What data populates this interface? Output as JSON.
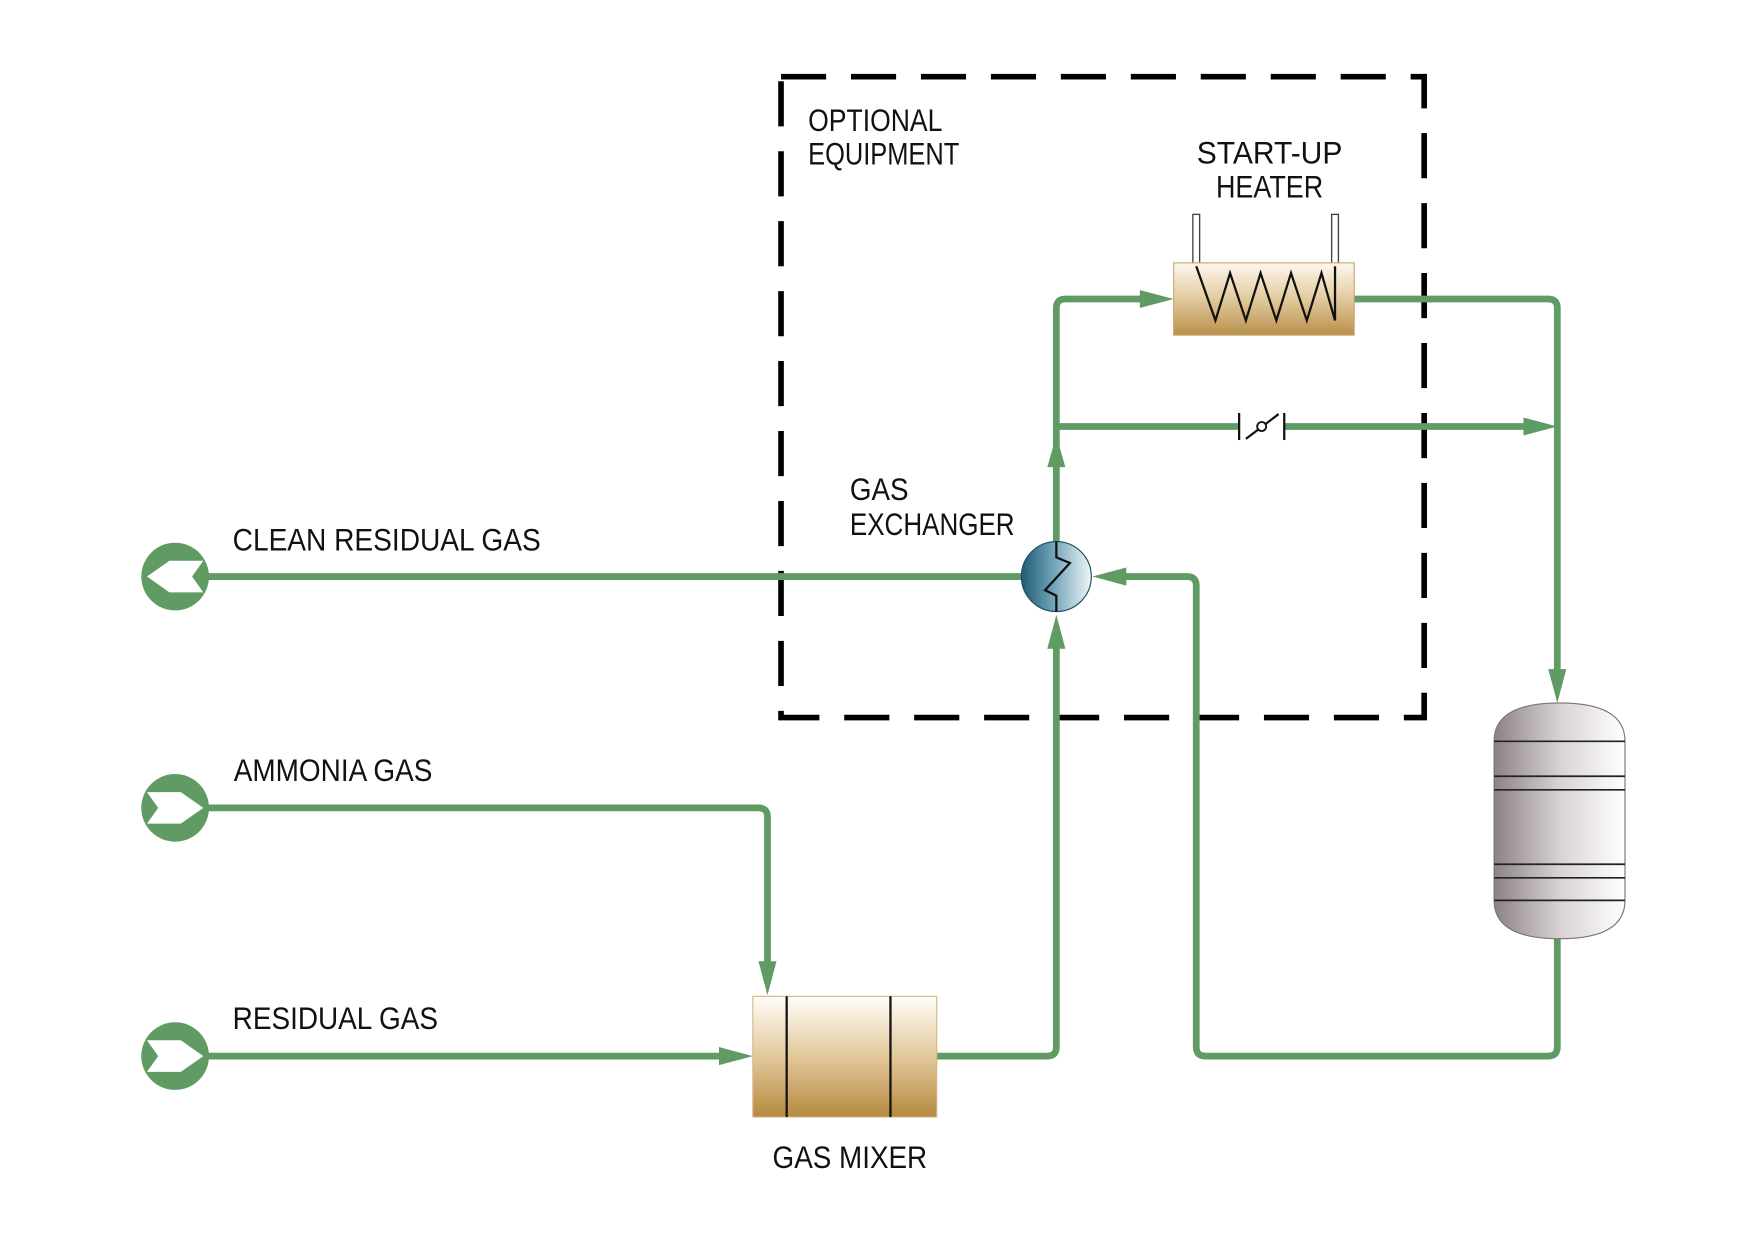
{
  "optional_equipment": {
    "title_line_1": "OPTIONAL",
    "title_line_2": "EQUIPMENT"
  },
  "start_up_heater": {
    "label_line_1": "START-UP",
    "label_line_2": "HEATER",
    "icon": "electric-heater-icon"
  },
  "gas_exchanger": {
    "label_line_1": "GAS",
    "label_line_2": "EXCHANGER",
    "icon": "heat-exchanger-icon"
  },
  "gas_mixer": {
    "label": "GAS MIXER",
    "icon": "mixer-drum-icon"
  },
  "vessel": {
    "icon": "vertical-vessel-icon"
  },
  "bypass_valve": {
    "icon": "butterfly-valve-icon"
  },
  "streams": [
    {
      "label": "CLEAN RESIDUAL GAS",
      "icon": "outlet-arrow-connector-icon"
    },
    {
      "label": "AMMONIA GAS",
      "icon": "inlet-arrow-connector-icon"
    },
    {
      "label": "RESIDUAL GAS",
      "icon": "inlet-arrow-connector-icon"
    }
  ],
  "colors": {
    "pipe": "#5f9b63",
    "boundary": "#000000",
    "text": "#111111",
    "heater_fill": "#b8904a",
    "mixer_fill": "#b58a3f",
    "exchanger_fill": "#2a6c86",
    "vessel_fill": "#8c8286"
  }
}
